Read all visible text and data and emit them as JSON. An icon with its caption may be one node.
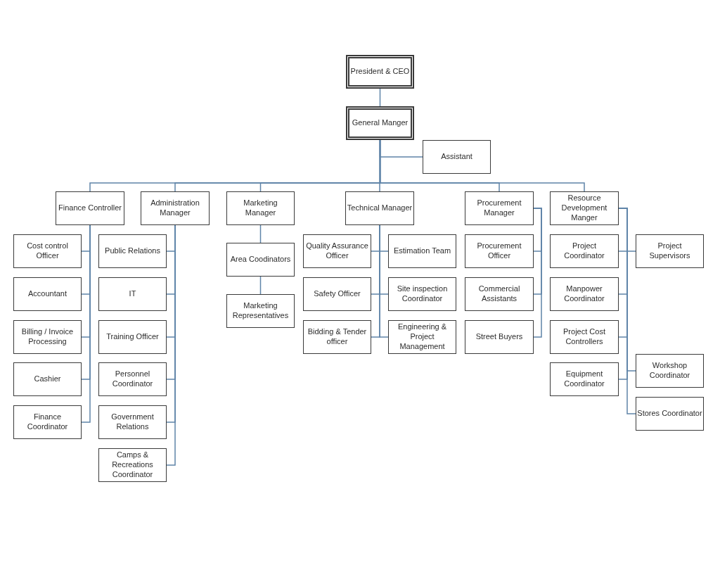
{
  "diagram": {
    "nodes": [
      {
        "text": [
          "President & CEO"
        ]
      },
      {
        "text": [
          "General Manger"
        ]
      },
      {
        "text": [
          "Assistant"
        ]
      },
      {
        "text": [
          "Finance Controller"
        ]
      },
      {
        "text": [
          "Administration Manager"
        ]
      },
      {
        "text": [
          "Marketing Manager"
        ]
      },
      {
        "text": [
          "Technical Manager"
        ]
      },
      {
        "text": [
          "Procurement Manager"
        ]
      },
      {
        "text": [
          "Resource Development Manger"
        ]
      },
      {
        "text": [
          "Cost control Officer"
        ]
      },
      {
        "text": [
          "Accountant"
        ]
      },
      {
        "text": [
          "Billing / Invoice Processing"
        ]
      },
      {
        "text": [
          "Cashier"
        ]
      },
      {
        "text": [
          "Finance Coordinator"
        ]
      },
      {
        "text": [
          "Public Relations"
        ]
      },
      {
        "text": [
          "IT"
        ]
      },
      {
        "text": [
          "Training Officer"
        ]
      },
      {
        "text": [
          "Personnel Coordinator"
        ]
      },
      {
        "text": [
          "Government Relations"
        ]
      },
      {
        "text": [
          "Camps & Recreations Coordinator"
        ]
      },
      {
        "text": [
          "Area Coodinators"
        ]
      },
      {
        "text": [
          "Marketing Representatives"
        ]
      },
      {
        "text": [
          "Quality Assurance Officer"
        ]
      },
      {
        "text": [
          "Estimation Team"
        ]
      },
      {
        "text": [
          "Safety Officer"
        ]
      },
      {
        "text": [
          "Site inspection Coordinator"
        ]
      },
      {
        "text": [
          "Bidding & Tender officer"
        ]
      },
      {
        "text": [
          "Engineering & Project Management"
        ]
      },
      {
        "text": [
          "Procurement Officer"
        ]
      },
      {
        "text": [
          "Commercial Assistants"
        ]
      },
      {
        "text": [
          "Street Buyers"
        ]
      },
      {
        "text": [
          "Project Coordinator"
        ]
      },
      {
        "text": [
          "Project Supervisors"
        ]
      },
      {
        "text": [
          "Manpower Coordinator"
        ]
      },
      {
        "text": [
          "Project Cost Controllers"
        ]
      },
      {
        "text": [
          "Workshop Coordinator"
        ]
      },
      {
        "text": [
          "Equipment Coordinator"
        ]
      },
      {
        "text": [
          "Stores Coordinator"
        ]
      }
    ],
    "edges": [
      {
        "from": 0,
        "to": 1,
        "arrow": "none"
      },
      {
        "from": 1,
        "to": 2,
        "arrow": "none"
      },
      {
        "from": 1,
        "to": 3,
        "arrow": "none"
      },
      {
        "from": 1,
        "to": 4,
        "arrow": "none"
      },
      {
        "from": 1,
        "to": 5,
        "arrow": "none"
      },
      {
        "from": 1,
        "to": 6,
        "arrow": "none"
      },
      {
        "from": 1,
        "to": 7,
        "arrow": "none"
      },
      {
        "from": 1,
        "to": 8,
        "arrow": "none"
      },
      {
        "from": 3,
        "to": 9,
        "arrow": "none"
      },
      {
        "from": 3,
        "to": 10,
        "arrow": "none"
      },
      {
        "from": 3,
        "to": 11,
        "arrow": "none"
      },
      {
        "from": 3,
        "to": 12,
        "arrow": "none"
      },
      {
        "from": 3,
        "to": 13,
        "arrow": "none"
      },
      {
        "from": 4,
        "to": 14,
        "arrow": "none"
      },
      {
        "from": 4,
        "to": 15,
        "arrow": "none"
      },
      {
        "from": 4,
        "to": 16,
        "arrow": "none"
      },
      {
        "from": 4,
        "to": 17,
        "arrow": "none"
      },
      {
        "from": 4,
        "to": 18,
        "arrow": "none"
      },
      {
        "from": 4,
        "to": 19,
        "arrow": "none"
      },
      {
        "from": 5,
        "to": 20,
        "arrow": "none"
      },
      {
        "from": 20,
        "to": 21,
        "arrow": "none"
      },
      {
        "from": 6,
        "to": 22,
        "arrow": "none"
      },
      {
        "from": 6,
        "to": 23,
        "arrow": "none"
      },
      {
        "from": 6,
        "to": 24,
        "arrow": "none"
      },
      {
        "from": 6,
        "to": 25,
        "arrow": "none"
      },
      {
        "from": 6,
        "to": 26,
        "arrow": "none"
      },
      {
        "from": 6,
        "to": 27,
        "arrow": "none"
      },
      {
        "from": 7,
        "to": 28,
        "arrow": "none"
      },
      {
        "from": 7,
        "to": 29,
        "arrow": "none"
      },
      {
        "from": 7,
        "to": 30,
        "arrow": "none"
      },
      {
        "from": 8,
        "to": 31,
        "arrow": "none"
      },
      {
        "from": 8,
        "to": 32,
        "arrow": "none"
      },
      {
        "from": 8,
        "to": 33,
        "arrow": "none"
      },
      {
        "from": 8,
        "to": 34,
        "arrow": "none"
      },
      {
        "from": 8,
        "to": 35,
        "arrow": "none"
      },
      {
        "from": 8,
        "to": 36,
        "arrow": "none"
      },
      {
        "from": 8,
        "to": 37,
        "arrow": "none"
      }
    ]
  }
}
